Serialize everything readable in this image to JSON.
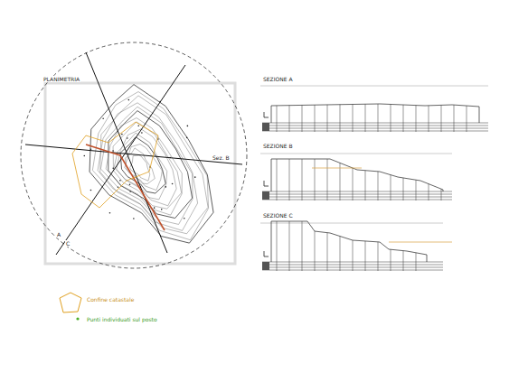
{
  "diagram": {
    "labels": [
      "PLANIMETRIA",
      "Sez. B",
      "A",
      "C",
      "SEZIONE A",
      "SEZIONE B",
      "SEZIONE C"
    ],
    "legend": [
      {
        "text": "Confine catastale"
      },
      {
        "text": "Punti individuati sul posto"
      }
    ]
  }
}
